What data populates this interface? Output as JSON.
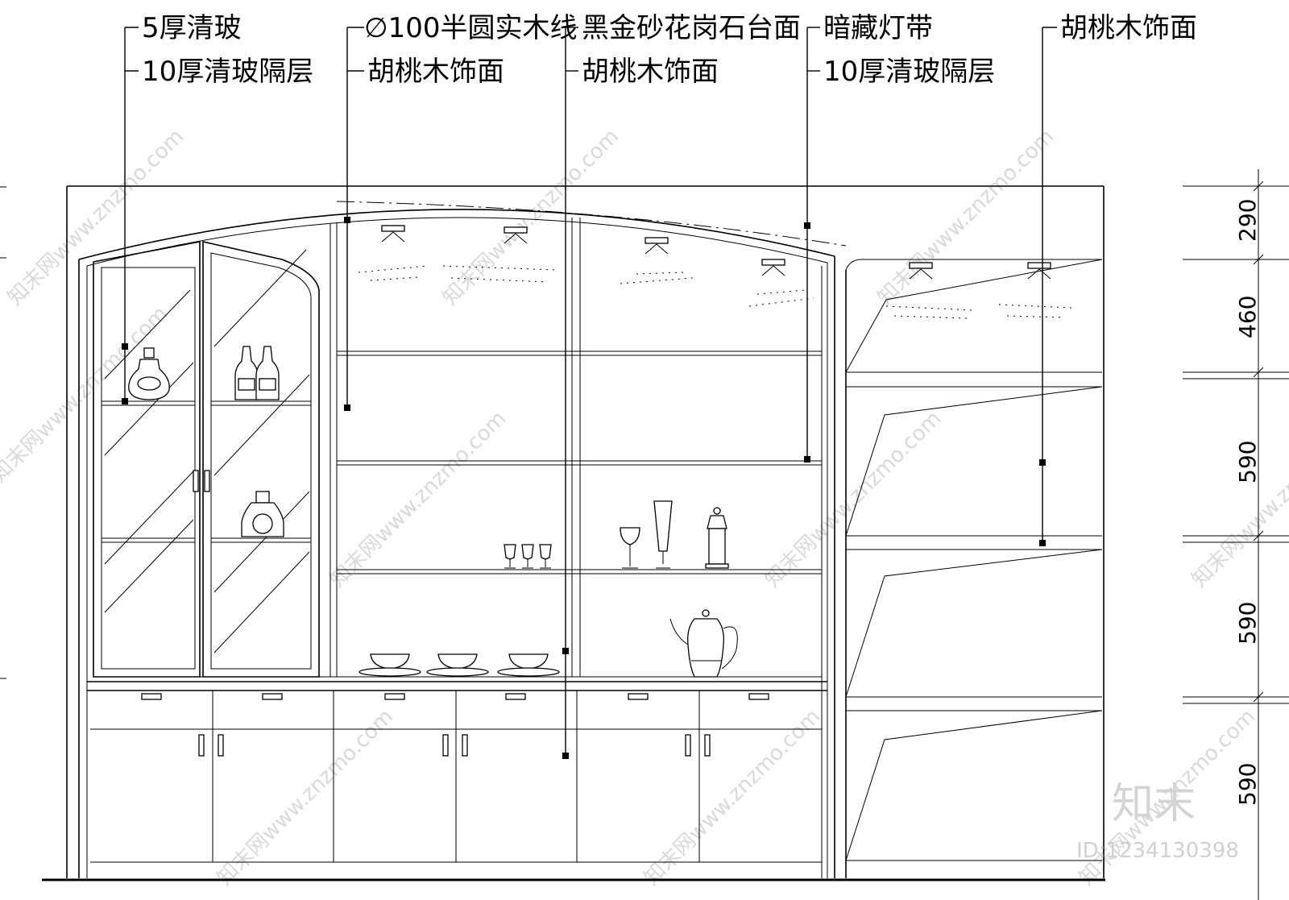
{
  "labels": {
    "glass_5mm": "5厚清玻",
    "glass_shelf_10mm_left": "10厚清玻隔层",
    "half_round_wood_line": "∅100半圆实木线",
    "walnut_veneer_1": "胡桃木饰面",
    "granite_top": "黑金砂花岗石台面",
    "walnut_veneer_2": "胡桃木饰面",
    "hidden_light_strip": "暗藏灯带",
    "glass_shelf_10mm_right": "10厚清玻隔层",
    "walnut_veneer_3": "胡桃木饰面"
  },
  "dimensions": [
    "290",
    "460",
    "590",
    "590",
    "590"
  ],
  "watermark": {
    "site": "知末网www.znzmo.com",
    "brand": "知末",
    "id_text": "ID:1234130398"
  },
  "colors": {
    "line": "#000000",
    "background": "#ffffff",
    "watermark": "#d9d9d9"
  }
}
